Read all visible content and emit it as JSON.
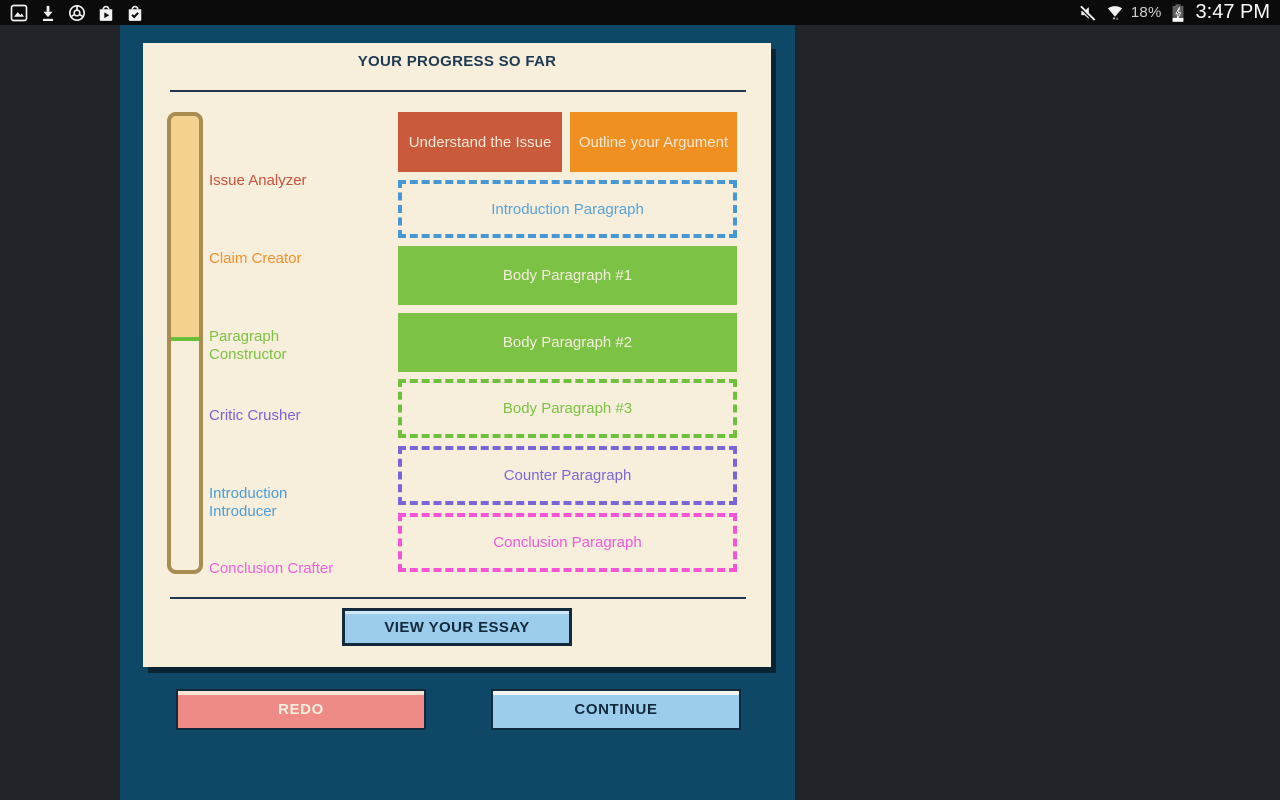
{
  "status_bar": {
    "battery_percent": "18%",
    "time": "3:47 PM"
  },
  "progress_card": {
    "title": "YOUR PROGRESS SO FAR",
    "stages": [
      {
        "label": "Issue Analyzer",
        "color": "#c9523d"
      },
      {
        "label": "Claim Creator",
        "color": "#f0912b"
      },
      {
        "label": "Paragraph Constructor",
        "color": "#7cc142"
      },
      {
        "label": "Critic Crusher",
        "color": "#7a63d1"
      },
      {
        "label": "Introduction Introducer",
        "color": "#4a9ed8"
      },
      {
        "label": "Conclusion Crafter",
        "color": "#ee63dd"
      }
    ],
    "blocks": [
      {
        "label": "Understand the Issue",
        "status": "complete",
        "bg": "#c95a3c",
        "fg": "#f5e8d6"
      },
      {
        "label": "Outline your Argument",
        "status": "complete",
        "bg": "#f09021",
        "fg": "#f5e8d6"
      },
      {
        "label": "Introduction Paragraph",
        "status": "incomplete",
        "border": "#4697d3",
        "fg": "#55a4d9"
      },
      {
        "label": "Body Paragraph #1",
        "status": "complete",
        "bg": "#7cc244",
        "fg": "#f5eedd"
      },
      {
        "label": "Body Paragraph #2",
        "status": "complete",
        "bg": "#7cc244",
        "fg": "#f5eedd"
      },
      {
        "label": "Body Paragraph #3",
        "status": "incomplete",
        "border": "#6fc03c",
        "fg": "#7cc244"
      },
      {
        "label": "Counter Paragraph",
        "status": "incomplete",
        "border": "#7866d6",
        "fg": "#7a68d6"
      },
      {
        "label": "Conclusion Paragraph",
        "status": "incomplete",
        "border": "#f455d6",
        "fg": "#f05ad8"
      }
    ],
    "view_essay_label": "VIEW YOUR ESSAY"
  },
  "footer": {
    "redo_label": "REDO",
    "continue_label": "CONTINUE"
  },
  "colors": {
    "screen_bg": "#212529",
    "status_bar_bg": "#0b0b0b",
    "panel_bg": "#0e4866",
    "card_bg": "#f7eedc",
    "title_ink": "#1d3a52",
    "bar_border": "#a98c52",
    "bar_fill": "#f4d18c",
    "bar_marker": "#6abf3a",
    "button_blue": "#9ccdec",
    "button_red": "#ee8b87",
    "button_border": "#13293c"
  }
}
